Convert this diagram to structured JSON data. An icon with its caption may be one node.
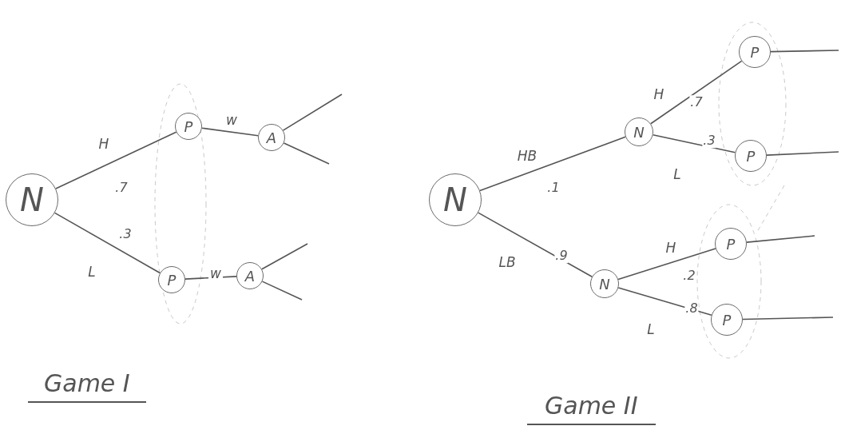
{
  "diagram": {
    "nodes": [
      {
        "text": [
          "N"
        ]
      },
      {
        "text": [
          "P"
        ]
      },
      {
        "text": [
          "A"
        ]
      },
      {
        "text": [
          "P"
        ]
      },
      {
        "text": [
          "A"
        ]
      },
      {
        "text": [
          "N"
        ]
      },
      {
        "text": [
          "N"
        ]
      },
      {
        "text": [
          "P"
        ]
      },
      {
        "text": [
          "P"
        ]
      },
      {
        "text": [
          "N"
        ]
      },
      {
        "text": [
          "P"
        ]
      },
      {
        "text": [
          "P"
        ]
      }
    ],
    "edges": [
      {
        "from": 0,
        "to": 1,
        "arrow": "none",
        "label": "H"
      },
      {
        "from": 0,
        "to": 3,
        "arrow": "none",
        "label": "L"
      },
      {
        "from": 1,
        "to": 2,
        "arrow": "none",
        "label": "w"
      },
      {
        "from": 3,
        "to": 4,
        "arrow": "none",
        "label": "w"
      },
      {
        "from": 2,
        "to": null,
        "arrow": "none"
      },
      {
        "from": 2,
        "to": null,
        "arrow": "none"
      },
      {
        "from": 4,
        "to": null,
        "arrow": "none"
      },
      {
        "from": 4,
        "to": null,
        "arrow": "none"
      },
      {
        "from": 5,
        "to": 6,
        "arrow": "none",
        "label": "HB"
      },
      {
        "from": 5,
        "to": 9,
        "arrow": "none",
        "label": "LB"
      },
      {
        "from": 6,
        "to": 7,
        "arrow": "none",
        "label": "H"
      },
      {
        "from": 6,
        "to": 8,
        "arrow": "none",
        "label": "L"
      },
      {
        "from": 9,
        "to": 10,
        "arrow": "none",
        "label": "H"
      },
      {
        "from": 9,
        "to": 11,
        "arrow": "none",
        "label": "L"
      },
      {
        "from": 7,
        "to": null,
        "arrow": "none"
      },
      {
        "from": 8,
        "to": null,
        "arrow": "none"
      },
      {
        "from": 10,
        "to": null,
        "arrow": "none"
      },
      {
        "from": 11,
        "to": null,
        "arrow": "none"
      }
    ],
    "labels": [
      ".7",
      ".3",
      ".1",
      ".9",
      ".7",
      ".3",
      ".2",
      ".8",
      "Game I",
      "Game II"
    ]
  }
}
